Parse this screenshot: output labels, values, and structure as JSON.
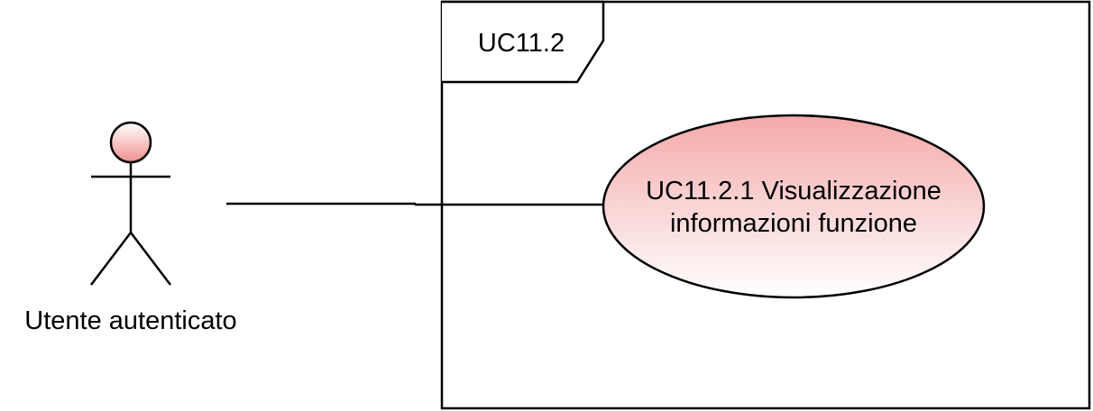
{
  "frame": {
    "title": "UC11.2"
  },
  "actor": {
    "label": "Utente autenticato"
  },
  "use_case": {
    "line1": "UC11.2.1 Visualizzazione",
    "line2": "informazioni funzione"
  },
  "colors": {
    "stroke": "#000000",
    "fill_top": "#f4a9a9",
    "fill_bottom": "#ffffff"
  }
}
